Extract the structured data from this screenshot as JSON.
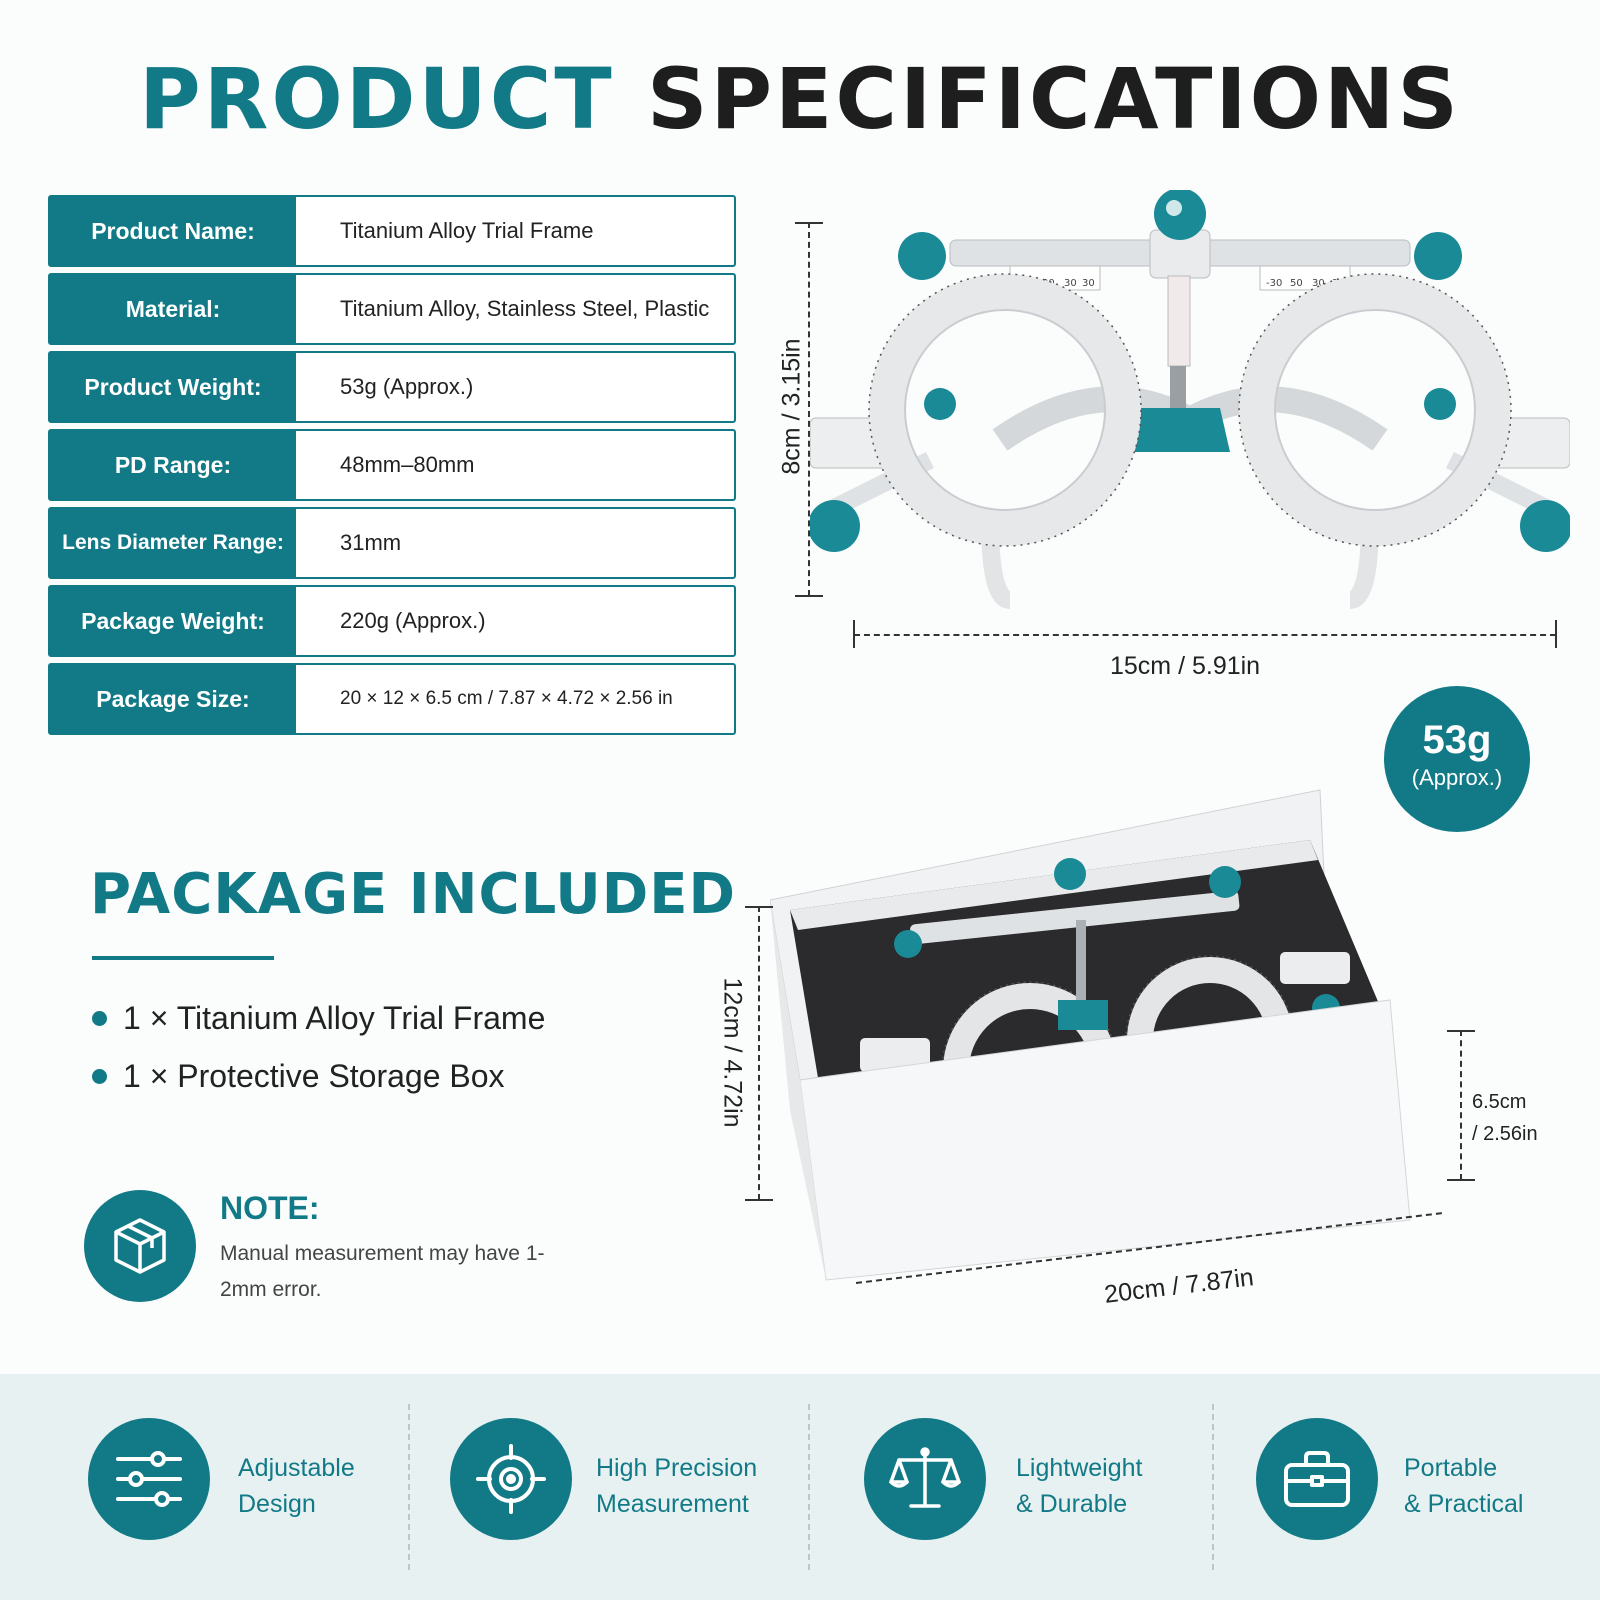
{
  "title": {
    "part1": "PRODUCT",
    "part2": "SPECIFICATIONS"
  },
  "specs": [
    {
      "label": "Product Name:",
      "value": "Titanium Alloy Trial Frame"
    },
    {
      "label": "Material:",
      "value": "Titanium Alloy, Stainless Steel, Plastic"
    },
    {
      "label": "Product Weight:",
      "value": "53g (Approx.)"
    },
    {
      "label": "PD Range:",
      "value": "48mm–80mm"
    },
    {
      "label": "Lens Diameter Range:",
      "value": "31mm"
    },
    {
      "label": "Package Weight:",
      "value": "220g (Approx.)"
    },
    {
      "label": "Package Size:",
      "value": "20 × 12 × 6.5 cm / 7.87 × 4.72 × 2.56 in"
    }
  ],
  "frame_dims": {
    "height": "8cm / 3.15in",
    "width": "15cm / 5.91in"
  },
  "frame_scale_labels": [
    "20",
    "30",
    "30",
    "30",
    "-30",
    "50",
    "30",
    "30"
  ],
  "weight_badge": {
    "value": "53g",
    "note": "(Approx.)"
  },
  "package": {
    "title": "PACKAGE INCLUDED",
    "items": [
      "1 × Titanium Alloy Trial Frame",
      "1 × Protective Storage Box"
    ]
  },
  "box_dims": {
    "height": "12cm / 4.72in",
    "depth_line1": "6.5cm",
    "depth_line2": "/ 2.56in",
    "length": "20cm / 7.87in"
  },
  "note": {
    "title": "NOTE:",
    "text": "Manual measurement may have 1-2mm error.",
    "icon": "package-box-icon"
  },
  "features": [
    {
      "line1": "Adjustable",
      "line2": "Design",
      "icon": "sliders-icon"
    },
    {
      "line1": "High Precision",
      "line2": "Measurement",
      "icon": "target-icon"
    },
    {
      "line1": "Lightweight",
      "line2": "& Durable",
      "icon": "scale-icon"
    },
    {
      "line1": "Portable",
      "line2": "& Practical",
      "icon": "briefcase-icon"
    }
  ],
  "colors": {
    "accent": "#127a87",
    "dark": "#1e1e1e",
    "band": "#e7f1f2"
  }
}
